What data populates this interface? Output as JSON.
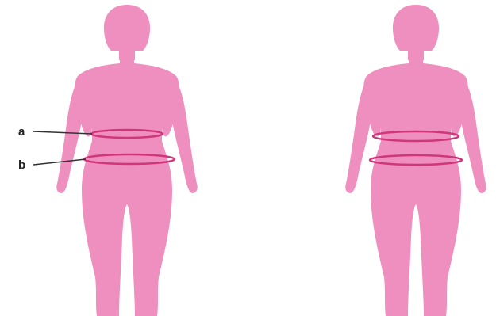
{
  "labels": {
    "a": "a",
    "b": "b"
  },
  "colors": {
    "figure": "#ef8fbf",
    "ring": "#d0367a",
    "leader_line": "#333333",
    "background": "#ffffff"
  },
  "figures": [
    {
      "id": "left-figure",
      "rings": [
        "waist",
        "hip"
      ],
      "labeled": true
    },
    {
      "id": "right-figure",
      "rings": [
        "waist",
        "hip"
      ],
      "labeled": false
    }
  ]
}
